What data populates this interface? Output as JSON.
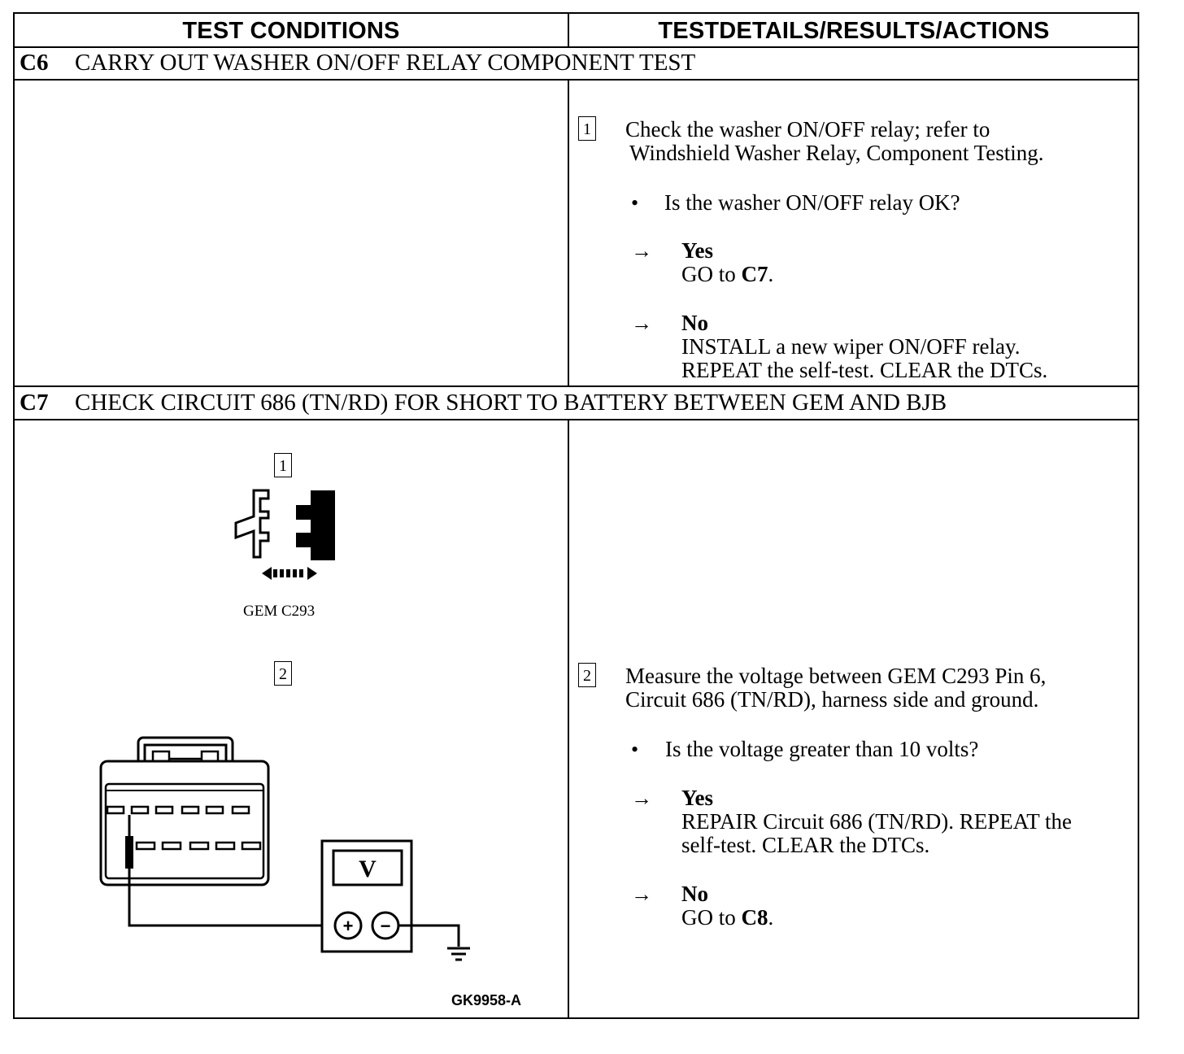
{
  "header": {
    "col_left": "TEST CONDITIONS",
    "col_right": "TESTDETAILS/RESULTS/ACTIONS"
  },
  "c6": {
    "code": "C6",
    "title": "CARRY OUT WASHER ON/OFF RELAY COMPONENT TEST",
    "step1": {
      "number": "1",
      "instruction_line1": "Check the washer ON/OFF relay; refer to",
      "instruction_line2": "Windshield Washer Relay, Component Testing.",
      "question": "Is the washer ON/OFF relay OK?",
      "yes_label": "Yes",
      "yes_action_prefix": "GO to ",
      "yes_action_target": "C7",
      "yes_action_suffix": ".",
      "no_label": "No",
      "no_action_line1": "INSTALL a new wiper ON/OFF relay.",
      "no_action_line2": "REPEAT the self-test. CLEAR the DTCs."
    }
  },
  "c7": {
    "code": "C7",
    "title": "CHECK CIRCUIT 686 (TN/RD) FOR SHORT TO BATTERY BETWEEN GEM AND BJB",
    "figure": {
      "step1_number": "1",
      "connector_caption": "GEM C293",
      "step2_number": "2",
      "meter_symbol": "V",
      "plus_symbol": "+",
      "minus_symbol": "−",
      "figure_id": "GK9958-A"
    },
    "step2": {
      "number": "2",
      "instruction_line1": "Measure the voltage between GEM C293 Pin 6,",
      "instruction_line2": "Circuit 686 (TN/RD), harness side and ground.",
      "question": "Is the voltage greater than 10 volts?",
      "yes_label": "Yes",
      "yes_action_line1": "REPAIR Circuit 686 (TN/RD). REPEAT the",
      "yes_action_line2": "self-test. CLEAR the DTCs.",
      "no_label": "No",
      "no_action_prefix": "GO to ",
      "no_action_target": "C8",
      "no_action_suffix": "."
    }
  },
  "symbols": {
    "bullet": "•",
    "arrow": "→"
  }
}
